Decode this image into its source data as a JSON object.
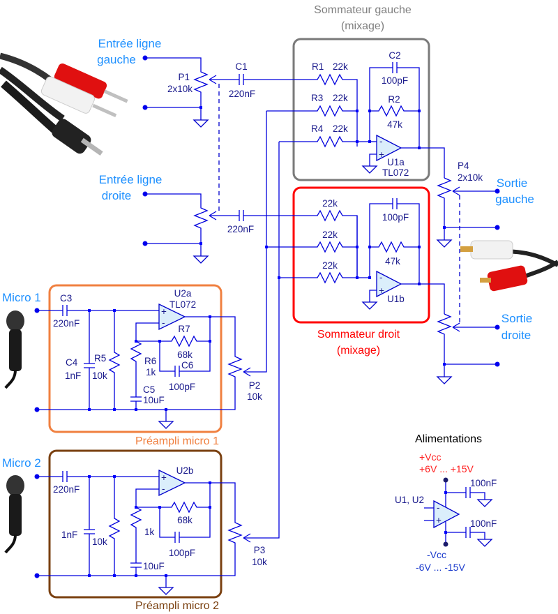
{
  "blocks": {
    "left_summer": {
      "title_line1": "Sommateur gauche",
      "title_line2": "(mixage)",
      "color": "#808080"
    },
    "right_summer": {
      "title_line1": "Sommateur droit",
      "title_line2": "(mixage)",
      "color": "#ff0000"
    },
    "preamp1": {
      "title": "Préampli micro 1",
      "color": "#f08040"
    },
    "preamp2": {
      "title": "Préampli micro 2",
      "color": "#7a4010"
    }
  },
  "ports": {
    "in_left_l1": "Entrée ligne",
    "in_left_l2": "gauche",
    "in_right_l1": "Entrée ligne",
    "in_right_l2": "droite",
    "out_left_l1": "Sortie",
    "out_left_l2": "gauche",
    "out_right_l1": "Sortie",
    "out_right_l2": "droite",
    "mic1": "Micro 1",
    "mic2": "Micro 2"
  },
  "components": {
    "P1": {
      "ref": "P1",
      "value": "2x10k"
    },
    "C1": {
      "ref": "C1",
      "value": "220nF"
    },
    "C1b": {
      "value": "220nF"
    },
    "R1": {
      "ref": "R1",
      "value": "22k"
    },
    "R3": {
      "ref": "R3",
      "value": "22k"
    },
    "R4": {
      "ref": "R4",
      "value": "22k"
    },
    "R2": {
      "ref": "R2",
      "value": "47k"
    },
    "C2": {
      "ref": "C2",
      "value": "100pF"
    },
    "U1a": {
      "ref": "U1a",
      "part": "TL072"
    },
    "U1b": {
      "ref": "U1b"
    },
    "RB1": {
      "value": "22k"
    },
    "RB2": {
      "value": "22k"
    },
    "RB3": {
      "value": "22k"
    },
    "RB_fb": {
      "value": "47k"
    },
    "CB_fb": {
      "value": "100pF"
    },
    "P4": {
      "ref": "P4",
      "value": "2x10k"
    },
    "C3": {
      "ref": "C3",
      "value": "220nF"
    },
    "C4": {
      "ref": "C4",
      "value": "1nF"
    },
    "R5": {
      "ref": "R5",
      "value": "10k"
    },
    "R6": {
      "ref": "R6",
      "value": "1k"
    },
    "C5": {
      "ref": "C5",
      "value": "10uF"
    },
    "R7": {
      "ref": "R7",
      "value": "68k"
    },
    "C6": {
      "ref": "C6",
      "value": "100pF"
    },
    "U2a": {
      "ref": "U2a",
      "part": "TL072"
    },
    "P2": {
      "ref": "P2",
      "value": "10k"
    },
    "M2_C_in": {
      "value": "220nF"
    },
    "M2_C_sh": {
      "value": "1nF"
    },
    "M2_R_sh": {
      "value": "10k"
    },
    "M2_R_g": {
      "value": "1k"
    },
    "M2_C_g": {
      "value": "10uF"
    },
    "M2_R_fb": {
      "value": "68k"
    },
    "M2_C_fb": {
      "value": "100pF"
    },
    "U2b": {
      "ref": "U2b"
    },
    "P3": {
      "ref": "P3",
      "value": "10k"
    }
  },
  "power": {
    "title": "Alimentations",
    "chips": "U1, U2",
    "vpos_label": "+Vcc",
    "vpos_range": "+6V ... +15V",
    "vneg_label": "-Vcc",
    "vneg_range": "-6V ... -15V",
    "decoupling_top": "100nF",
    "decoupling_bottom": "100nF"
  },
  "opamp_pins": {
    "minus": "-",
    "plus": "+"
  }
}
